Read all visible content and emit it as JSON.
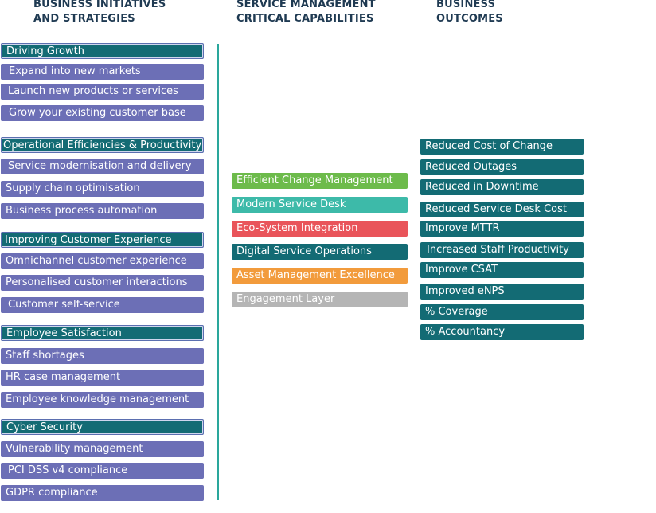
{
  "headers": {
    "initiatives": [
      "BUSINESS INITIATIVES",
      "AND STRATEGIES"
    ],
    "capabilities": [
      "SERVICE MANAGEMENT",
      "CRITICAL CAPABILITIES"
    ],
    "outcomes": [
      "BUSINESS",
      "OUTCOMES"
    ]
  },
  "colors": {
    "group_head": "#136b74",
    "sub_item": "#6c6fb6",
    "outcome": "#136b74",
    "divider": "#2aa79c",
    "header_text": "#1f3a52"
  },
  "initiatives": [
    {
      "label": "Driving Growth",
      "items": [
        "Expand into new markets",
        "Launch new products or services",
        "Grow your existing customer base"
      ]
    },
    {
      "label": "Operational Efficiencies & Productivity",
      "items": [
        "Service modernisation and delivery",
        "Supply chain optimisation",
        "Business process automation"
      ]
    },
    {
      "label": "Improving Customer Experience",
      "items": [
        "Omnichannel customer experience",
        "Personalised customer interactions",
        "Customer self-service"
      ]
    },
    {
      "label": "Employee Satisfaction",
      "items": [
        "Staff shortages",
        "HR case management",
        "Employee knowledge management"
      ]
    },
    {
      "label": "Cyber Security",
      "items": [
        "Vulnerability management",
        "PCI DSS v4 compliance",
        "GDPR compliance"
      ]
    }
  ],
  "capabilities": [
    {
      "label": "Efficient Change Management",
      "color": "#6dbb4b"
    },
    {
      "label": "Modern Service Desk",
      "color": "#3dbaa9"
    },
    {
      "label": "Eco-System Integration",
      "color": "#e9545a"
    },
    {
      "label": "Digital Service Operations",
      "color": "#136b74"
    },
    {
      "label": "Asset Management Excellence",
      "color": "#f29b3c"
    },
    {
      "label": "Engagement Layer",
      "color": "#b5b5b5"
    }
  ],
  "outcomes": [
    "Reduced Cost of Change",
    "Reduced Outages",
    "Reduced in Downtime",
    "Reduced Service Desk Cost",
    "Improve MTTR",
    "Increased Staff Productivity",
    "Improve CSAT",
    "Improved eNPS",
    "% Coverage",
    "% Accountancy"
  ]
}
